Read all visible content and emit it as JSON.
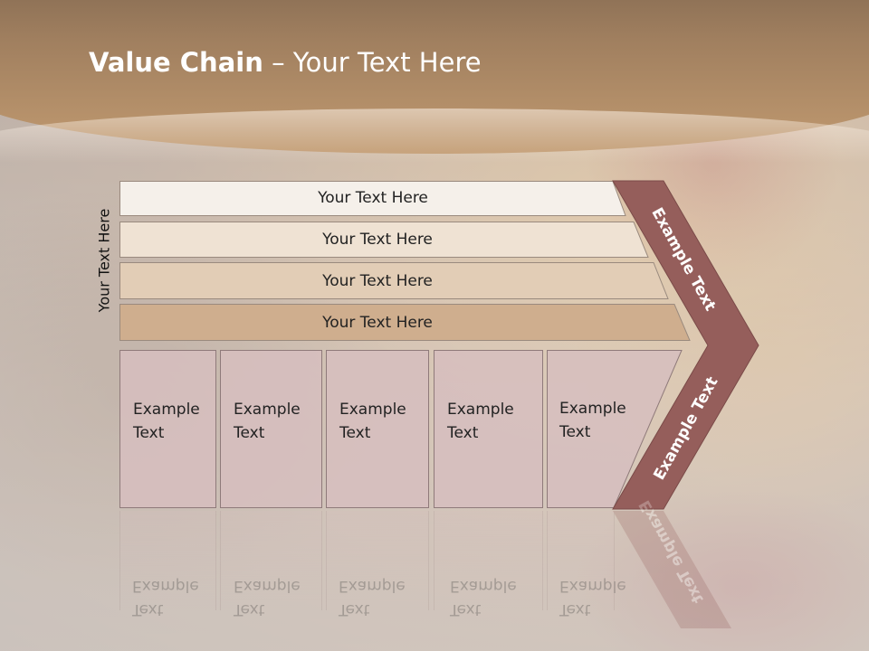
{
  "title": {
    "bold": "Value Chain",
    "rest": " – Your Text Here"
  },
  "side_label": "Your Text Here",
  "bars": [
    {
      "label": "Your Text Here",
      "fill": "#f5f0ea"
    },
    {
      "label": "Your Text Here",
      "fill": "#efe2d3"
    },
    {
      "label": "Your Text Here",
      "fill": "#e2cdb6"
    },
    {
      "label": "Your Text Here",
      "fill": "#cfae8e"
    }
  ],
  "boxes": [
    {
      "line1": "Example",
      "line2": "Text"
    },
    {
      "line1": "Example",
      "line2": "Text"
    },
    {
      "line1": "Example",
      "line2": "Text"
    },
    {
      "line1": "Example",
      "line2": "Text"
    },
    {
      "line1": "Example",
      "line2": "Text"
    }
  ],
  "chevron": {
    "upper_label": "Example Text",
    "lower_label": "Example Text",
    "fill": "#955e5b"
  }
}
